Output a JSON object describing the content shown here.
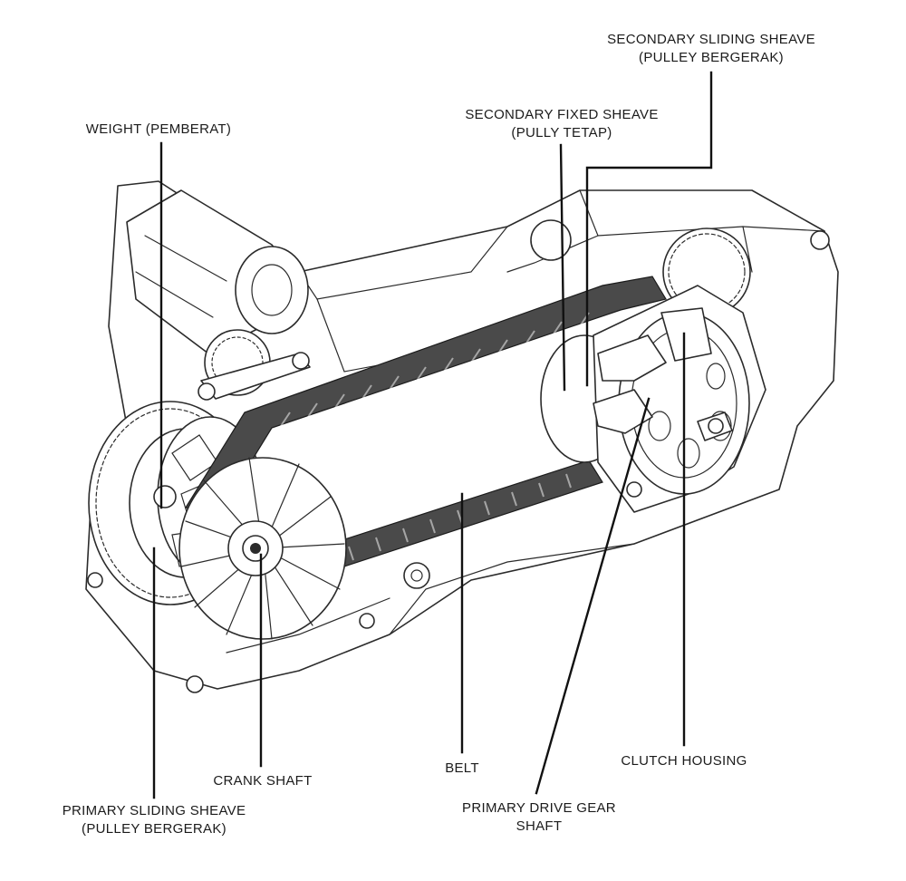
{
  "labels": {
    "secondary_sliding": {
      "line1": "SECONDARY SLIDING SHEAVE",
      "line2": "(PULLEY BERGERAK)"
    },
    "secondary_fixed": {
      "line1": "SECONDARY FIXED SHEAVE",
      "line2": "(PULLY TETAP)"
    },
    "weight": {
      "line1": "WEIGHT (PEMBERAT)"
    },
    "belt": {
      "line1": "BELT"
    },
    "clutch_housing": {
      "line1": "CLUTCH HOUSING"
    },
    "crank_shaft": {
      "line1": "CRANK SHAFT"
    },
    "primary_sliding": {
      "line1": "PRIMARY SLIDING SHEAVE",
      "line2": "(PULLEY BERGERAK)"
    },
    "primary_drive": {
      "line1": "PRIMARY DRIVE GEAR",
      "line2": "SHAFT"
    }
  }
}
